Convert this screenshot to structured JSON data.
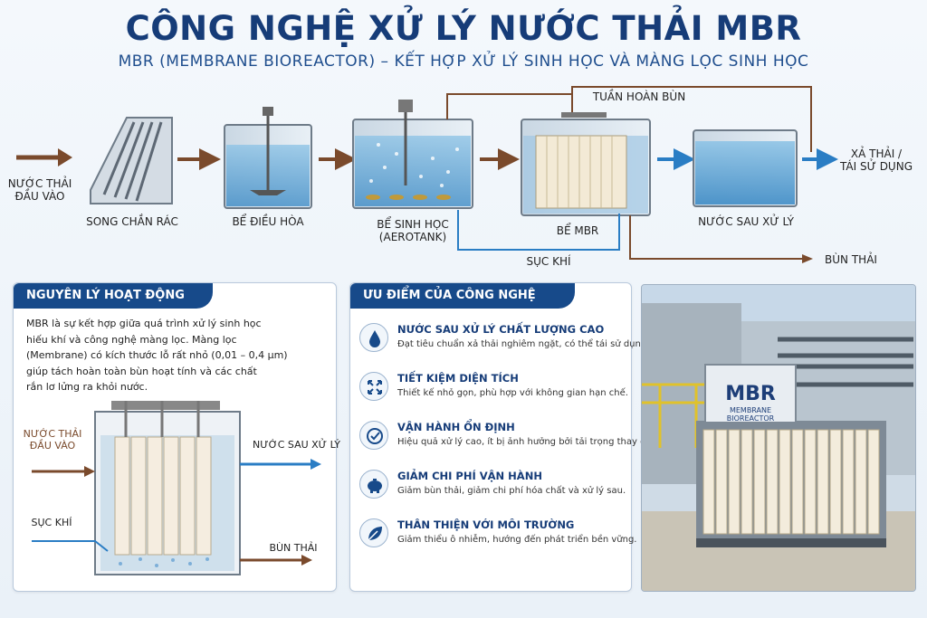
{
  "header": {
    "title": "CÔNG NGHỆ XỬ LÝ NƯỚC THẢI MBR",
    "subtitle": "MBR (MEMBRANE BIOREACTOR) – KẾT HỢP XỬ LÝ SINH HỌC VÀ MÀNG LỌC SINH HỌC"
  },
  "flow": {
    "input_label_line1": "NƯỚC THẢI",
    "input_label_line2": "ĐẦU VÀO",
    "stages": [
      {
        "label": "SONG CHẮN RÁC"
      },
      {
        "label": "BỂ ĐIỀU HÒA"
      },
      {
        "label": "BỂ SINH HỌC",
        "label2": "(AEROTANK)"
      },
      {
        "label": "BỂ MBR"
      },
      {
        "label": "NƯỚC SAU XỬ LÝ"
      }
    ],
    "recirc_label": "TUẦN HOÀN BÙN",
    "aeration_label": "SỤC KHÍ",
    "sludge_label": "BÙN THẢI",
    "output_line1": "XẢ THẢI /",
    "output_line2": "TÁI SỬ DỤNG"
  },
  "principle": {
    "heading": "NGUYÊN LÝ HOẠT ĐỘNG",
    "lines": [
      "MBR là sự kết hợp giữa quá trình xử lý sinh học",
      "hiếu khí và công nghệ màng lọc. Màng lọc",
      "(Membrane) có kích thước lỗ rất nhỏ (0,01 – 0,4 µm)",
      "giúp tách hoàn toàn bùn hoạt tính và các chất",
      "rắn lơ lửng ra khỏi nước."
    ],
    "in_line1": "NƯỚC THẢI",
    "in_line2": "ĐẦU VÀO",
    "out_label": "NƯỚC SAU XỬ LÝ",
    "air_label": "SỤC KHÍ",
    "sludge_label": "BÙN THẢI"
  },
  "advantages": {
    "heading": "ƯU ĐIỂM CỦA CÔNG NGHỆ MBR",
    "items": [
      {
        "icon": "water-drop-icon",
        "title": "NƯỚC SAU XỬ LÝ CHẤT LƯỢNG CAO",
        "text": "Đạt tiêu chuẩn xả thải nghiêm ngặt, có thể tái sử dụng."
      },
      {
        "icon": "expand-arrows-icon",
        "title": "TIẾT KIỆM DIỆN TÍCH",
        "text": "Thiết kế nhỏ gọn, phù hợp với không gian hạn chế."
      },
      {
        "icon": "stable-operation-icon",
        "title": "VẬN HÀNH ỔN ĐỊNH",
        "text": "Hiệu quả xử lý cao, ít bị ảnh hưởng bởi tải trọng thay đổi."
      },
      {
        "icon": "piggy-bank-icon",
        "title": "GIẢM CHI PHÍ VẬN HÀNH",
        "text": "Giảm bùn thải, giảm chi phí hóa chất và xử lý sau."
      },
      {
        "icon": "leaf-icon",
        "title": "THÂN THIỆN VỚI MÔI TRƯỜNG",
        "text": "Giảm thiểu ô nhiễm, hướng đến phát triển bền vững."
      }
    ]
  },
  "photo": {
    "sign_title": "MBR",
    "sign_sub": "MEMBRANE BIOREACTOR"
  },
  "colors": {
    "brown_arrow": "#7a4a2c",
    "blue_arrow": "#2a7dc4",
    "heading_navy": "#163c78"
  }
}
